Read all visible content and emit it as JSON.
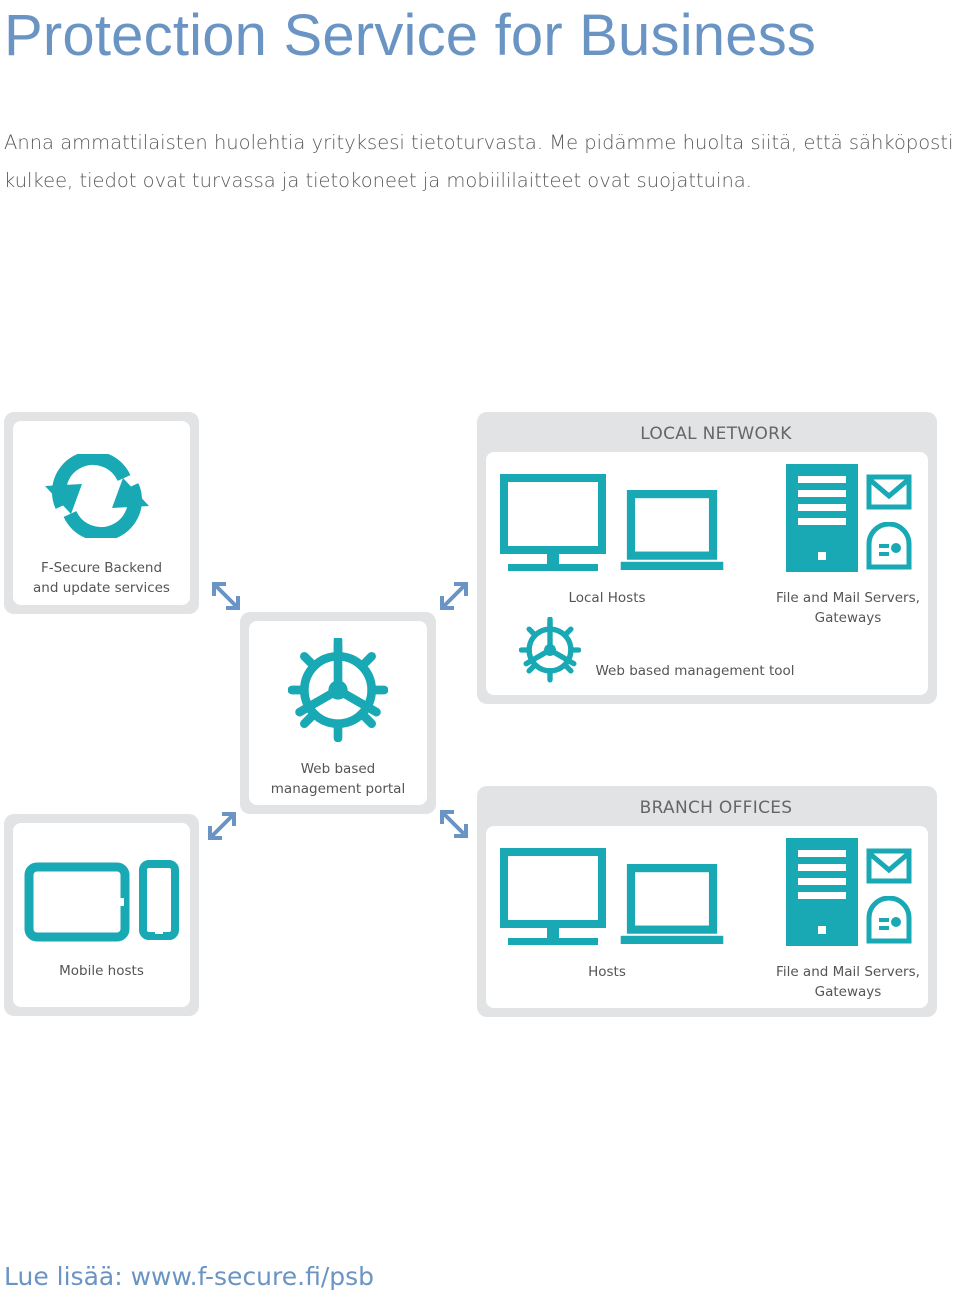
{
  "title": "Protection Service for Business",
  "intro": {
    "line1": "Anna ammattilaisten huolehtia yrityksesi tietoturvasta. Me pidämme huolta siitä, että sähköposti",
    "line2": "kulkee, tiedot ovat turvassa ja tietokoneet ja mobiililaitteet ovat suojattuina."
  },
  "colors": {
    "accent": "#18a9b5",
    "title": "#6a94c4",
    "box": "#e1e3e5",
    "arrow": "#6a94c4"
  },
  "diagram": {
    "backend": {
      "label_line1": "F-Secure Backend",
      "label_line2": "and update services",
      "icon": "sync-icon"
    },
    "portal": {
      "label_line1": "Web based",
      "label_line2": "management portal",
      "icon": "ships-wheel-icon"
    },
    "mobile": {
      "label": "Mobile hosts",
      "icons": [
        "tablet-icon",
        "phone-icon"
      ]
    },
    "local_network": {
      "title": "LOCAL NETWORK",
      "hosts_label": "Local Hosts",
      "servers_label_line1": "File and Mail Servers,",
      "servers_label_line2": "Gateways",
      "tool_label": "Web based management tool"
    },
    "branch_offices": {
      "title": "BRANCH OFFICES",
      "hosts_label": "Hosts",
      "servers_label_line1": "File and Mail Servers,",
      "servers_label_line2": "Gateways"
    }
  },
  "footer": "Lue lisää: www.f-secure.fi/psb"
}
